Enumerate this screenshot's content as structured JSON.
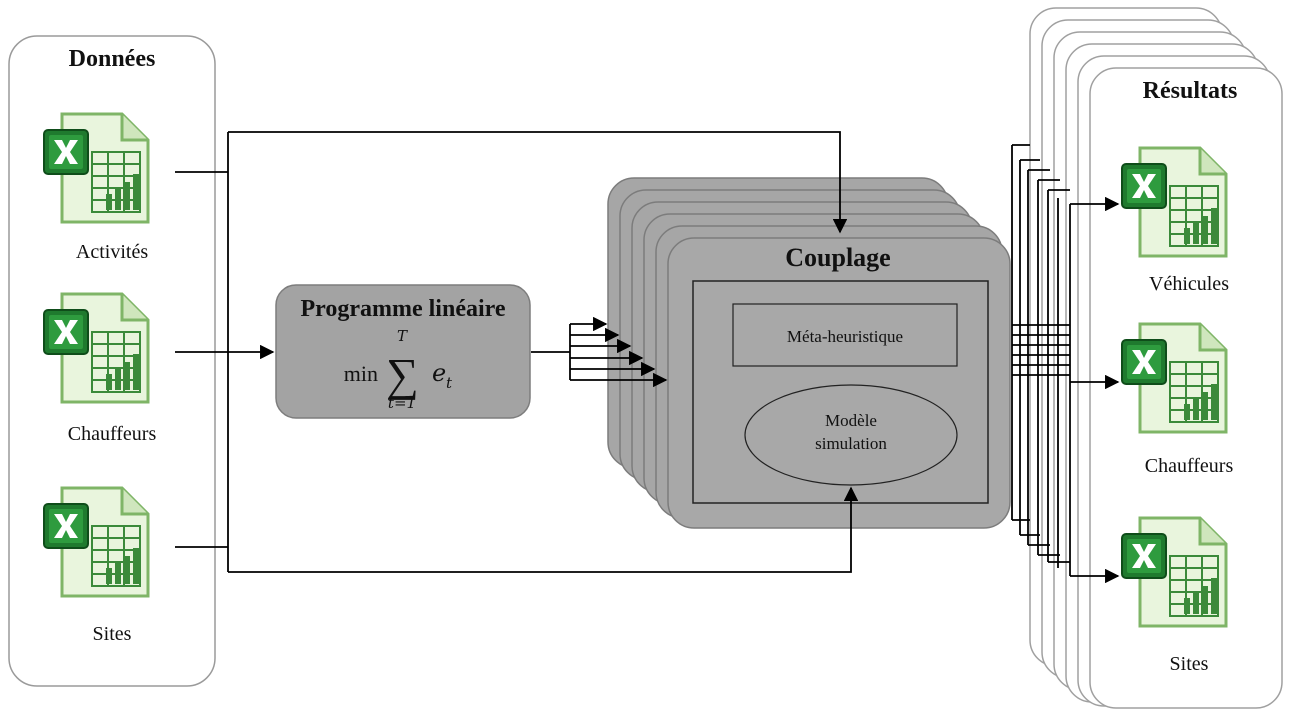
{
  "donnees": {
    "title": "Données",
    "files": [
      {
        "label": "Activités",
        "icon": "excel-file-icon"
      },
      {
        "label": "Chauffeurs",
        "icon": "excel-file-icon"
      },
      {
        "label": "Sites",
        "icon": "excel-file-icon"
      }
    ]
  },
  "programme": {
    "title": "Programme linéaire",
    "formula": {
      "op": "min",
      "upper": "T",
      "lower": "t=1",
      "term": "e",
      "subscript": "t"
    }
  },
  "couplage": {
    "title": "Couplage",
    "meta": "Méta-heuristique",
    "model_line1": "Modèle",
    "model_line2": "simulation"
  },
  "resultats": {
    "title": "Résultats",
    "files": [
      {
        "label": "Véhicules",
        "icon": "excel-file-icon"
      },
      {
        "label": "Chauffeurs",
        "icon": "excel-file-icon"
      },
      {
        "label": "Sites",
        "icon": "excel-file-icon"
      }
    ]
  },
  "colors": {
    "panel_grey": "#9e9e9e",
    "excel_green": "#1f7a2e",
    "sheet_green": "#dff0cf"
  }
}
